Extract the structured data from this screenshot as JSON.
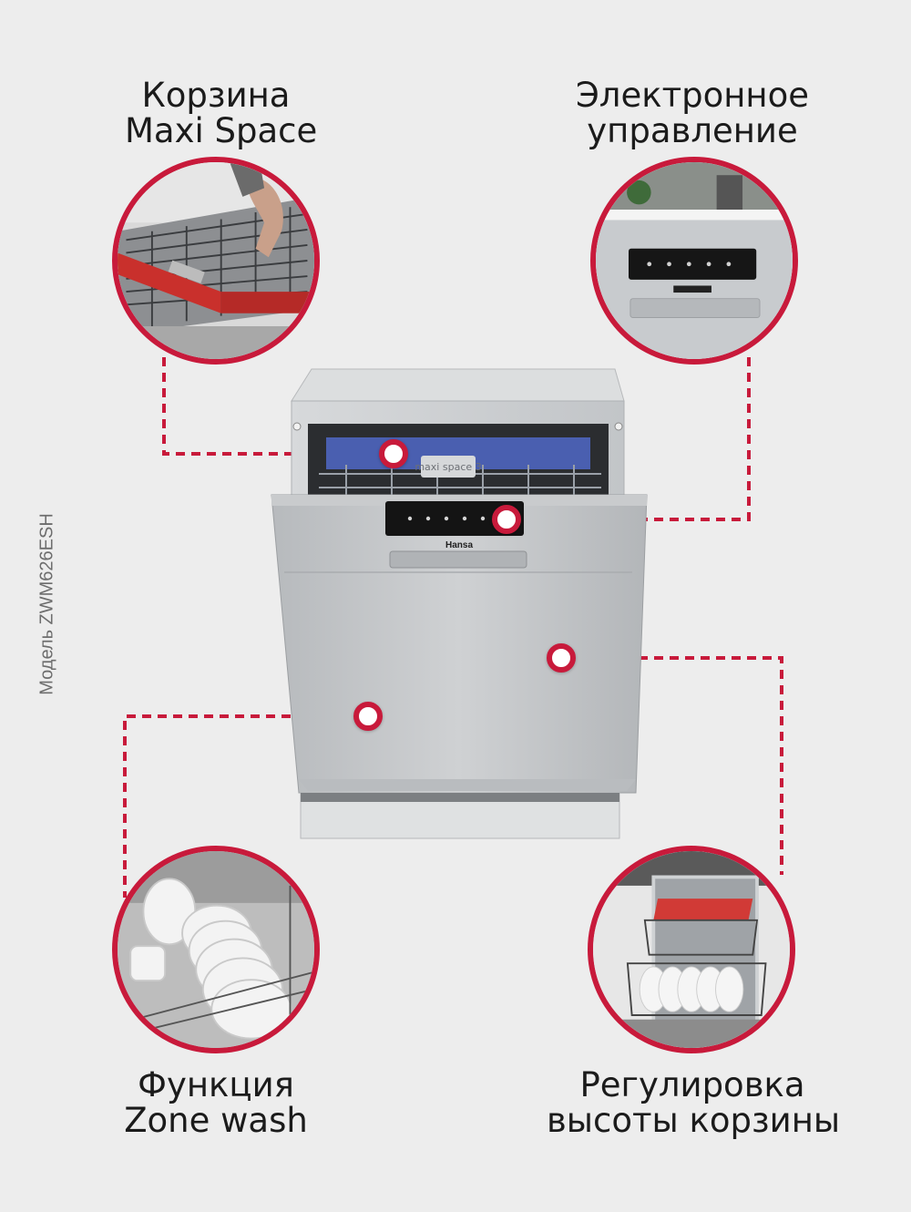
{
  "model_label": "Модель ZWM626ESH",
  "features": {
    "maxi_space": {
      "line1": "Корзина",
      "line2": "Maxi Space"
    },
    "electronic_control": {
      "line1": "Электронное",
      "line2": "управление"
    },
    "zone_wash": {
      "line1": "Функция",
      "line2": "Zone wash"
    },
    "basket_height": {
      "line1": "Регулировка",
      "line2": "высоты корзины"
    }
  },
  "appliance": {
    "brand_logo_text": "Hansa",
    "basket_badge_text": "maxi space 3"
  },
  "colors": {
    "accent": "#c81a3b",
    "background": "#ededed",
    "text": "#1b1b1b",
    "steel": "#c4c6c8"
  }
}
